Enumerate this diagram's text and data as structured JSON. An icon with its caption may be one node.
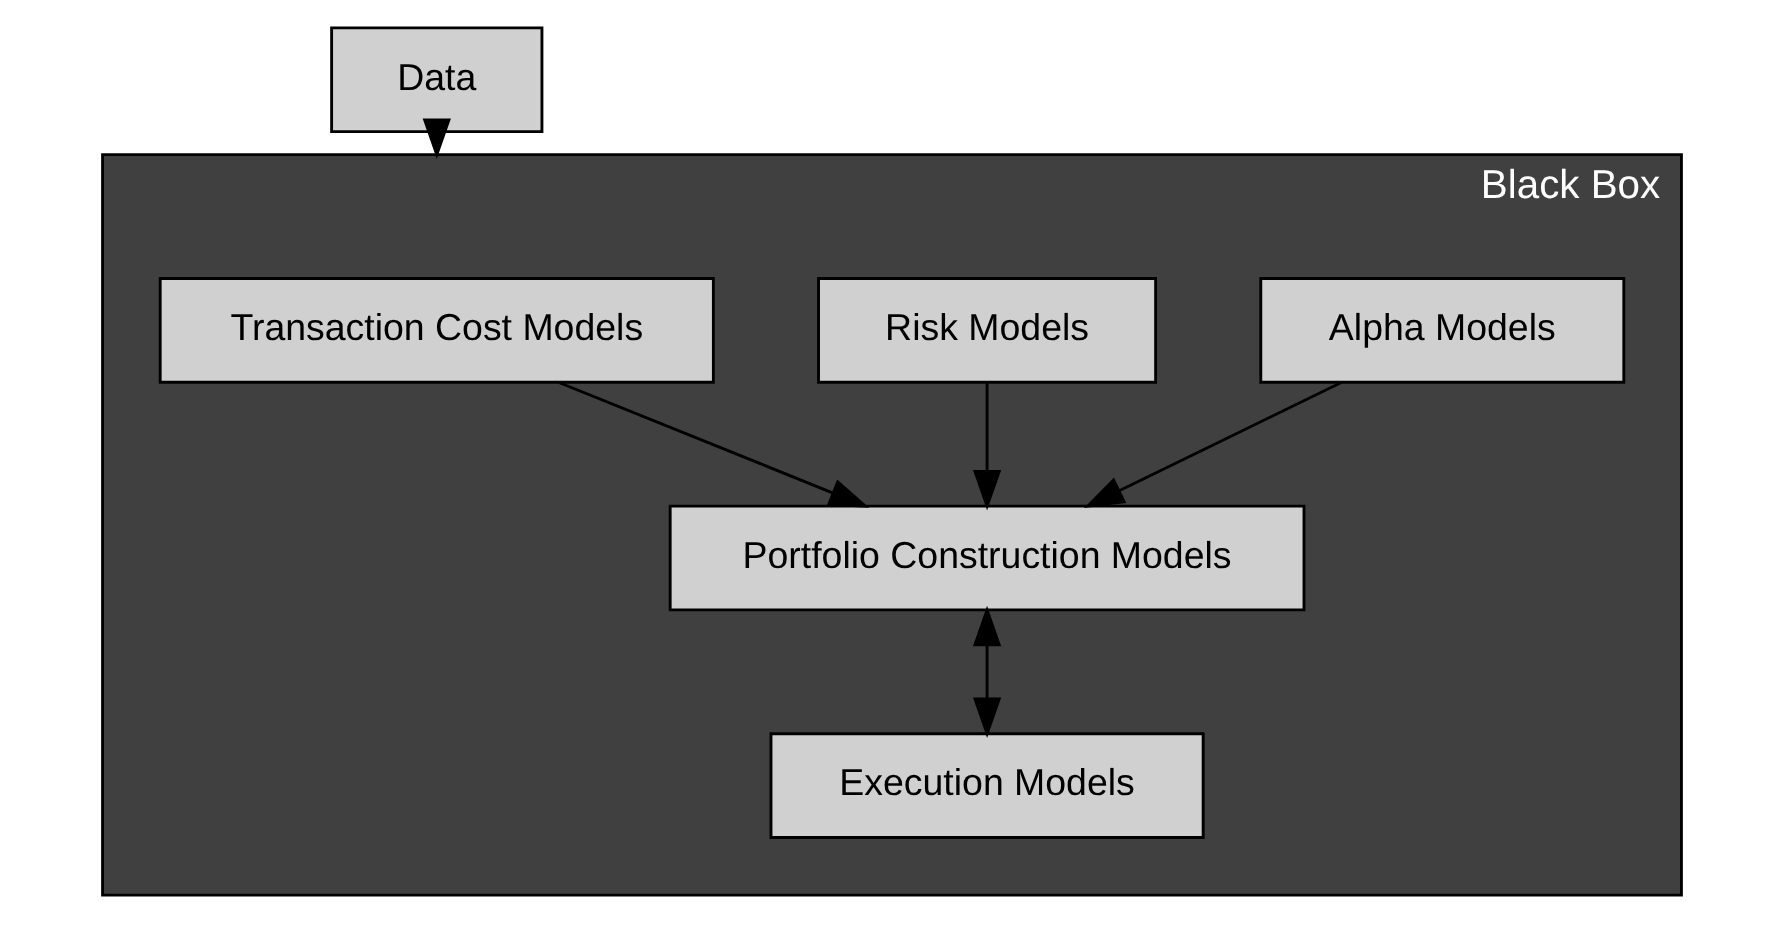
{
  "diagram": {
    "nodes": [
      {
        "text": [
          "Black Box"
        ]
      },
      {
        "text": [
          "Alpha Models"
        ],
        "in": 0
      },
      {
        "text": [
          "Risk Models"
        ],
        "in": 0
      },
      {
        "text": [
          "Transaction Cost Models"
        ],
        "in": 0
      },
      {
        "text": [
          "Portfolio Construction Models"
        ],
        "in": 0
      },
      {
        "text": [
          "Execution Models"
        ],
        "in": 0
      },
      {
        "text": [
          "Data"
        ]
      }
    ],
    "edges": [
      {
        "from": 1,
        "to": 4,
        "arrow": "to"
      },
      {
        "from": 2,
        "to": 4,
        "arrow": "to"
      },
      {
        "from": 3,
        "to": 4,
        "arrow": "to"
      },
      {
        "from": 4,
        "to": 5,
        "arrow": "both"
      },
      {
        "from": 6,
        "to": 0,
        "arrow": "to"
      }
    ]
  }
}
